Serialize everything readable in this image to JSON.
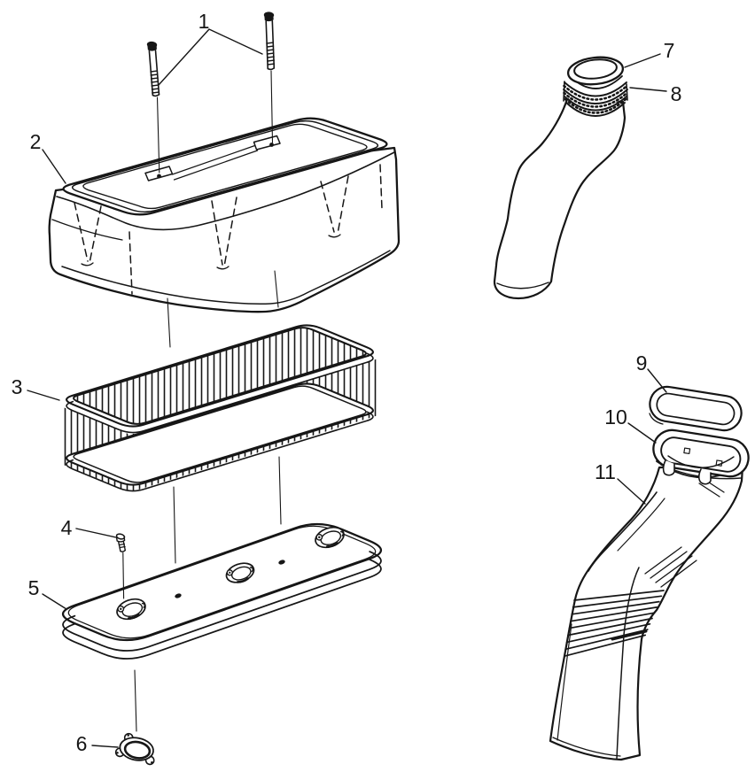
{
  "canvas": {
    "background": "#ffffff",
    "ink": "#161616"
  },
  "callouts": [
    {
      "text": "1"
    },
    {
      "text": "2"
    },
    {
      "text": "3"
    },
    {
      "text": "4"
    },
    {
      "text": "5"
    },
    {
      "text": "6"
    },
    {
      "text": "7"
    },
    {
      "text": "8"
    },
    {
      "text": "9"
    },
    {
      "text": "10"
    },
    {
      "text": "11"
    }
  ]
}
